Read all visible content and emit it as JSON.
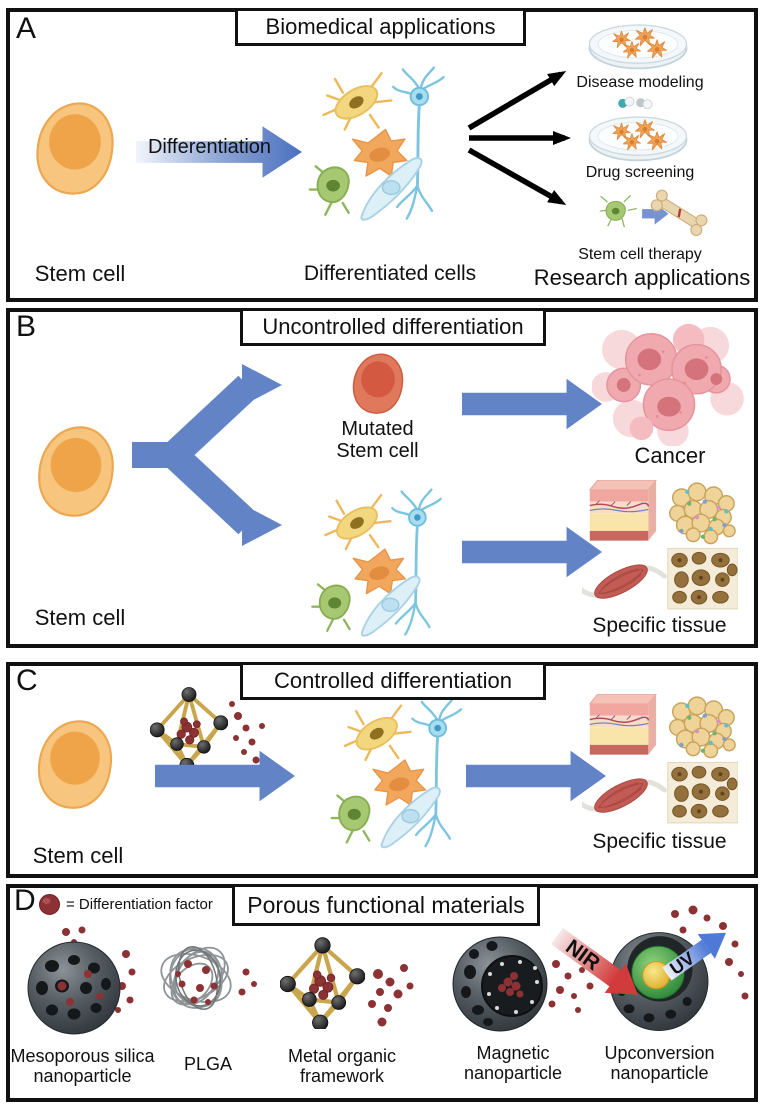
{
  "colors": {
    "arrow_blue": "#6284C7",
    "stem_cell_fill": "#F7C57E",
    "stem_cell_nucleus": "#EFA449",
    "mutated_fill": "#E0795B",
    "mutated_nucleus": "#D35A40",
    "differentiation_factor_red": "#8C3134",
    "nir_red": "#D23B3B",
    "uv_blue": "#4F79D6"
  },
  "panel_a": {
    "letter": "A",
    "title": "Biomedical applications",
    "differentiation_label": "Differentiation",
    "stem_cell_label": "Stem cell",
    "differentiated_cells_label": "Differentiated cells",
    "research_applications_label": "Research applications",
    "disease_modeling_label": "Disease modeling",
    "drug_screening_label": "Drug screening",
    "stem_cell_therapy_label": "Stem cell therapy"
  },
  "panel_b": {
    "letter": "B",
    "title": "Uncontrolled differentiation",
    "stem_cell_label": "Stem cell",
    "mutated_line1": "Mutated",
    "mutated_line2": "Stem cell",
    "cancer_label": "Cancer",
    "specific_tissue_label": "Specific tissue"
  },
  "panel_c": {
    "letter": "C",
    "title": "Controlled differentiation",
    "stem_cell_label": "Stem cell",
    "specific_tissue_label": "Specific tissue"
  },
  "panel_d": {
    "letter": "D",
    "title": "Porous functional materials",
    "legend_text": "= Differentiation factor",
    "nir_label": "NIR",
    "uv_label": "UV",
    "materials": [
      {
        "line1": "Mesoporous silica",
        "line2": "nanoparticle"
      },
      {
        "line1": "PLGA",
        "line2": ""
      },
      {
        "line1": "Metal organic",
        "line2": "framework"
      },
      {
        "line1": "Magnetic",
        "line2": "nanoparticle"
      },
      {
        "line1": "Upconversion",
        "line2": "nanoparticle"
      }
    ]
  }
}
